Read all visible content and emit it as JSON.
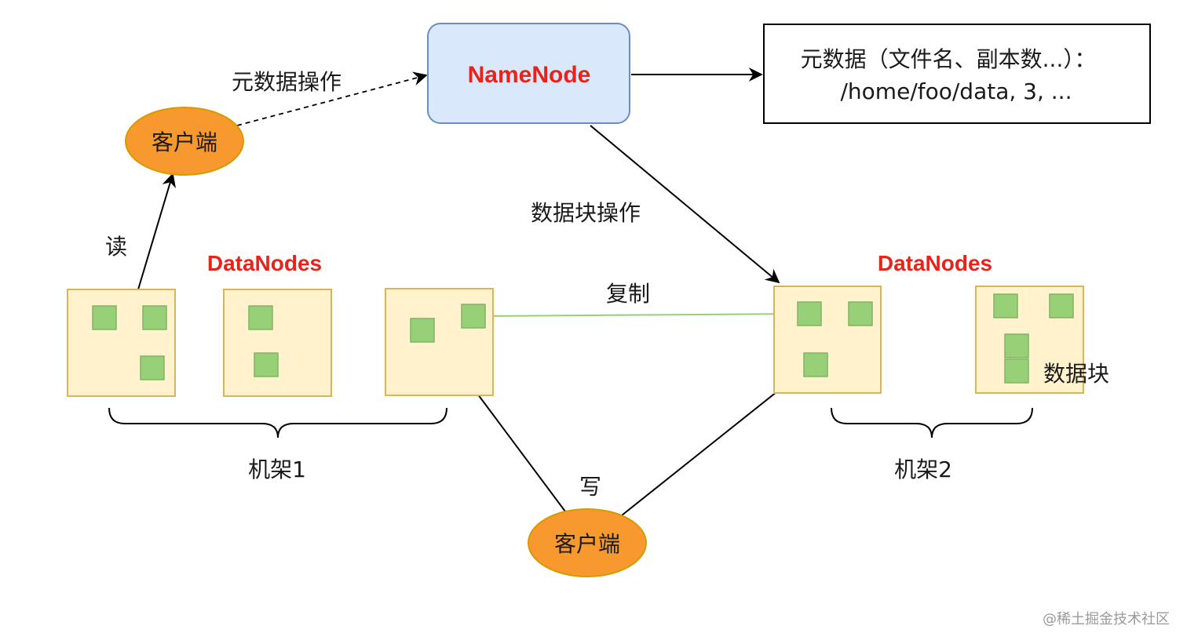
{
  "namenode": {
    "label": "NameNode"
  },
  "metadata_box": {
    "line1": "元数据（文件名、副本数...）：",
    "line2": "/home/foo/data, 3, ..."
  },
  "labels": {
    "metadata_op": "元数据操作",
    "block_op": "数据块操作",
    "read": "读",
    "write": "写",
    "replicate": "复制",
    "data_block": "数据块"
  },
  "clients": {
    "top": "客户端",
    "bottom": "客户端"
  },
  "datanodes": {
    "left": "DataNodes",
    "right": "DataNodes"
  },
  "racks": {
    "rack1": "机架1",
    "rack2": "机架2"
  },
  "watermark": "@稀土掘金技术社区",
  "colors": {
    "namenode_fill": "#dae8fc",
    "namenode_stroke": "#6c8ebf",
    "highlight_text": "#e8231c",
    "client_fill": "#f7992f",
    "client_stroke": "#d79b00",
    "datanode_fill": "#fff2cc",
    "datanode_stroke": "#d6b656",
    "block_fill": "#97d077",
    "block_stroke": "#82b366",
    "replication_arrow": "#97d077"
  }
}
